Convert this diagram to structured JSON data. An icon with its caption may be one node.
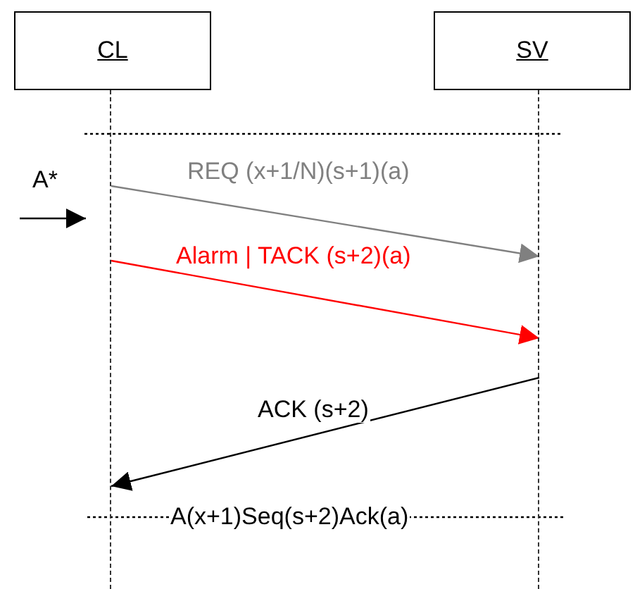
{
  "diagram": {
    "nodes": [
      {
        "text": [
          "CL"
        ]
      },
      {
        "text": [
          "SV"
        ]
      },
      {
        "text": [],
        "shape": "line"
      },
      {
        "text": [],
        "shape": "line"
      }
    ],
    "edges": [
      {
        "from": null,
        "to": 2,
        "arrow": "to",
        "label": "A*"
      },
      {
        "from": 2,
        "to": 3,
        "arrow": "to",
        "label": "REQ (x+1/N)(s+1)(a)",
        "color": "#808080"
      },
      {
        "from": 2,
        "to": 3,
        "arrow": "to",
        "label": "Alarm | TACK (s+2)(a)",
        "color": "#ff0000"
      },
      {
        "from": 3,
        "to": 2,
        "arrow": "to",
        "label": "ACK (s+2)"
      }
    ],
    "labels": [
      "A(x+1)Seq(s+2)Ack(a)"
    ]
  }
}
